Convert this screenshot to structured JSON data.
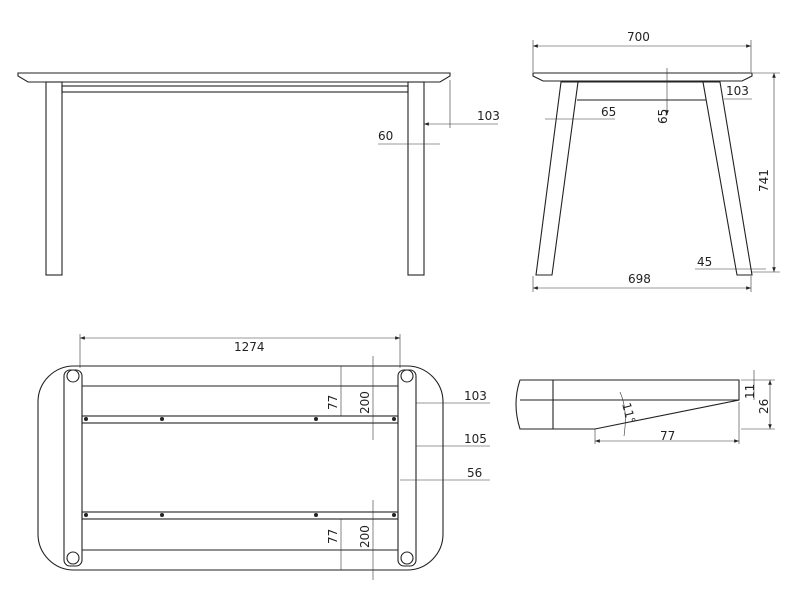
{
  "front_view": {
    "dims": {
      "foot_offset": "103",
      "leg_width": "60"
    }
  },
  "side_view": {
    "dims": {
      "top_width": "700",
      "height": "741",
      "foot_span": "698",
      "apron_inset": "65",
      "apron_height": "65",
      "leg_offset": "103",
      "foot_width": "45"
    }
  },
  "plan_view": {
    "dims": {
      "leg_span": "1274",
      "rail_offset_top": "77",
      "rail_spacing_top": "200",
      "rail_offset_bottom": "77",
      "rail_spacing_bottom": "200",
      "edge_offset": "103",
      "frame_offset": "105",
      "leg_depth": "56"
    }
  },
  "edge_detail": {
    "dims": {
      "edge_thickness": "11",
      "total_thickness": "26",
      "bevel_length": "77",
      "bevel_angle": "11°"
    }
  }
}
